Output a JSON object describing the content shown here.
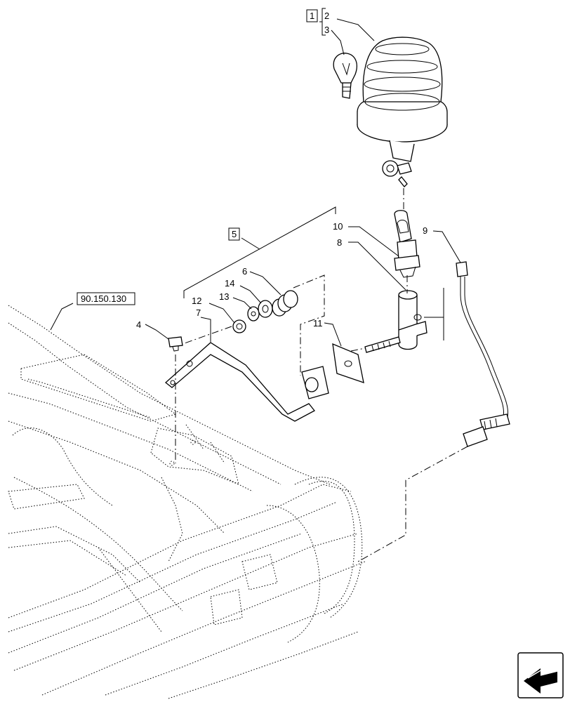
{
  "callouts": {
    "c1": "1",
    "c2": "2",
    "c3": "3",
    "c4": "4",
    "c5": "5",
    "c6": "6",
    "c7": "7",
    "c8": "8",
    "c9": "9",
    "c10": "10",
    "c11": "11",
    "c12": "12",
    "c13": "13",
    "c14": "14"
  },
  "reference": "90.150.130",
  "nav_icon": "next-page-arrow-icon"
}
